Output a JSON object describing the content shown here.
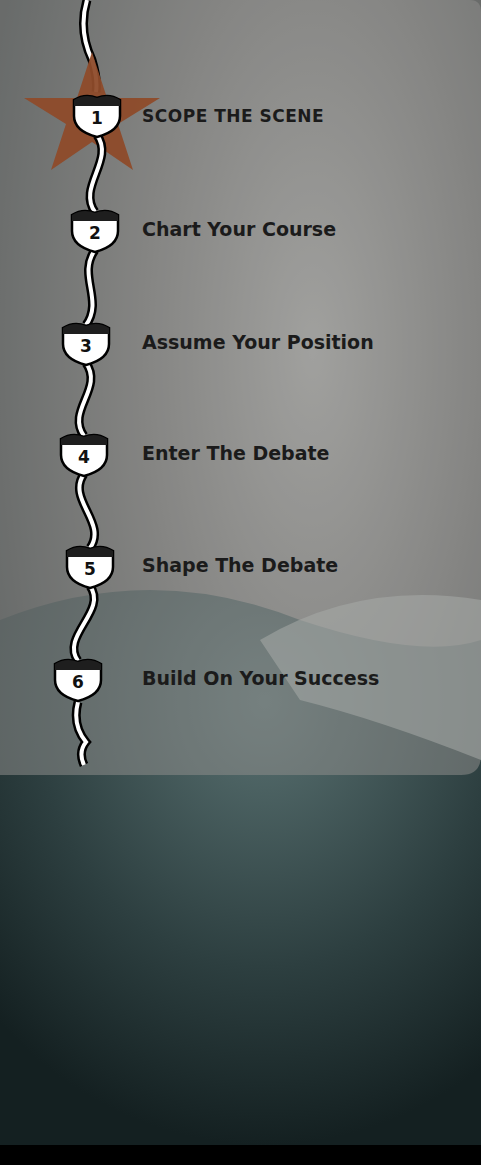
{
  "diagram": {
    "nodes": [
      {
        "text": [
          "1",
          "SCOPE THE SCENE"
        ]
      },
      {
        "text": [
          "2",
          "Chart Your Course"
        ]
      },
      {
        "text": [
          "3",
          "Assume Your Position"
        ]
      },
      {
        "text": [
          "4",
          "Enter The Debate"
        ]
      },
      {
        "text": [
          "5",
          "Shape The Debate"
        ]
      },
      {
        "text": [
          "6",
          "Build On Your Success"
        ]
      }
    ],
    "edges": [
      {
        "from": 0,
        "to": 1,
        "arrow": "none"
      },
      {
        "from": 1,
        "to": 2,
        "arrow": "none"
      },
      {
        "from": 2,
        "to": 3,
        "arrow": "none"
      },
      {
        "from": 3,
        "to": 4,
        "arrow": "none"
      },
      {
        "from": 4,
        "to": 5,
        "arrow": "none"
      }
    ]
  }
}
